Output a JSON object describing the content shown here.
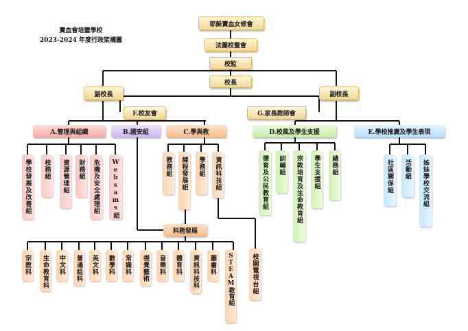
{
  "title": {
    "line1": "寶血會培靈學校",
    "line2": "2023-2024 年度行政架構圖"
  },
  "top": {
    "sponsor": "耶穌寶血女修會",
    "board": "法團校董會",
    "supervisor": "校監",
    "principal": "校長",
    "vp_left": "副校長",
    "vp_right": "副校長",
    "alumni": "F.校友會",
    "pta": "G.家長教師會"
  },
  "branches": {
    "a": "A.管理與組織",
    "b": "B.國安組",
    "c": "C.學與教",
    "d": "D.校風及學生支援",
    "e": "E.學校推廣及學生表現"
  },
  "a_groups": [
    "學校發展及改善組",
    "校務組",
    "資源管理組",
    "財務組",
    "危機及安全處理組",
    "Websams組"
  ],
  "c_groups": [
    "教務組",
    "課程發展組",
    "學務組",
    "資訊科技組"
  ],
  "subject_dev": "科務發展",
  "subjects": [
    "宗教科",
    "生命教育科",
    "中文科",
    "普通話科",
    "英文科",
    "數學科",
    "常識科",
    "視覺藝術",
    "音樂科",
    "體育科",
    "資訊科技科",
    "圖書科",
    "STEAM教育組"
  ],
  "campus_tv": "校園電視台組",
  "d_groups": [
    "德育及公民教育組",
    "訓輔組",
    "宗教培育及生命教育組",
    "學生支援組",
    "總務組"
  ],
  "e_groups": [
    "社區關係組",
    "活動組",
    "姊妹學校交流組"
  ]
}
